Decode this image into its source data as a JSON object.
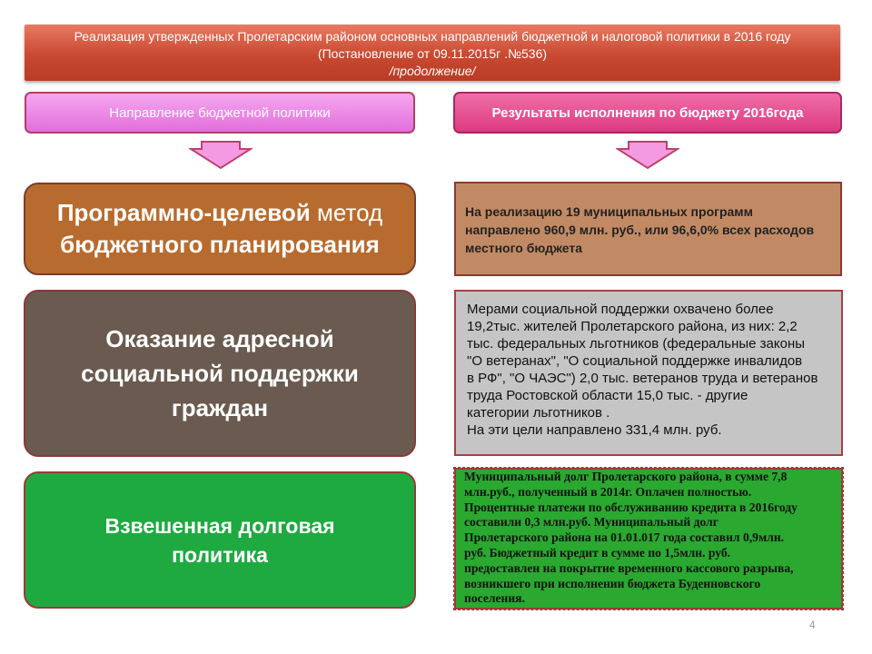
{
  "banner": {
    "line1": "Реализация утвержденных  Пролетарским районом основных направлений бюджетной и налоговой политики в 2016 году",
    "line2": "(Постановление  от 09.11.2015г .№536)",
    "line3": "/продолжение/"
  },
  "headers": {
    "left": "Направление бюджетной политики",
    "right": "Результаты исполнения по бюджету 2016года"
  },
  "directions": {
    "method_bold": "Программно-целевой",
    "method_thin": " метод",
    "method_line2": "бюджетного планирования",
    "social": "Оказание адресной социальной поддержки граждан",
    "debt": "Взвешенная долговая политика"
  },
  "results": {
    "programs": "На реализацию 19   муниципальных программ направлено  960,9 млн. руб., или 96,6,0% всех расходов  местного бюджета",
    "social_lines": [
      "Мерами социальной поддержки охвачено более",
      "19,2тыс. жителей  Пролетарского  района, из них: 2,2",
      "тыс. федеральных льготников (федеральные законы",
      "\"О ветеранах\", \"О социальной поддержке инвалидов",
      "в РФ\", \"О ЧАЭС\")  2,0 тыс. ветеранов труда и ветеранов",
      "труда Ростовской области  15,0 тыс. -  другие",
      "категории  льготников .",
      "На эти цели направлено  331,4 млн. руб."
    ],
    "debt_lines": [
      "Муниципальный долг Пролетарского района, в  сумме 7,8",
      "млн.руб., полученный в 2014г.  Оплачен  полностью.",
      "Процентные платежи по обслуживанию кредита в 2016году",
      "составили  0,3 млн.руб. Муниципальный долг",
      "Пролетарского района на 01.01.017 года составил 0,9млн.",
      "руб.  Бюджетный кредит в сумме по 1,5млн. руб.",
      "предоставлен на    покрытие временного кассового разрыва,",
      "возникшего при исполнении бюджета Буденновского",
      "поселения."
    ]
  },
  "page_number": "4",
  "colors": {
    "banner": "#c94830",
    "header_left": "#e26edc",
    "header_right": "#dc3a80",
    "method_box": "#b86b2e",
    "social_box": "#6a5a4f",
    "debt_box": "#1eaa40",
    "result_programs": "#c28a64",
    "result_social": "#c6c5c5",
    "result_debt": "#2aa830"
  }
}
